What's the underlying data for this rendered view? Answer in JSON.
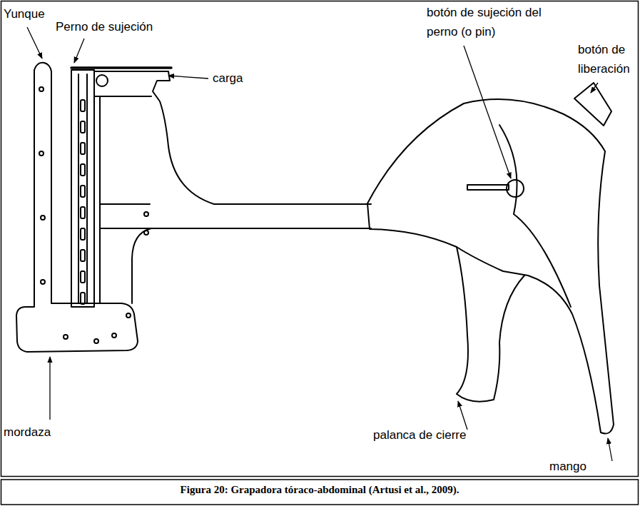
{
  "diagram": {
    "caption": "Figura 20: Grapadora tóraco-abdominal (Artusi et al., 2009).",
    "labels": [
      "Yunque",
      "Perno de sujeción",
      "carga",
      "botón de sujeción del perno (o pin)",
      "botón de liberación",
      "mordaza",
      "palanca de cierre",
      "mango"
    ]
  }
}
